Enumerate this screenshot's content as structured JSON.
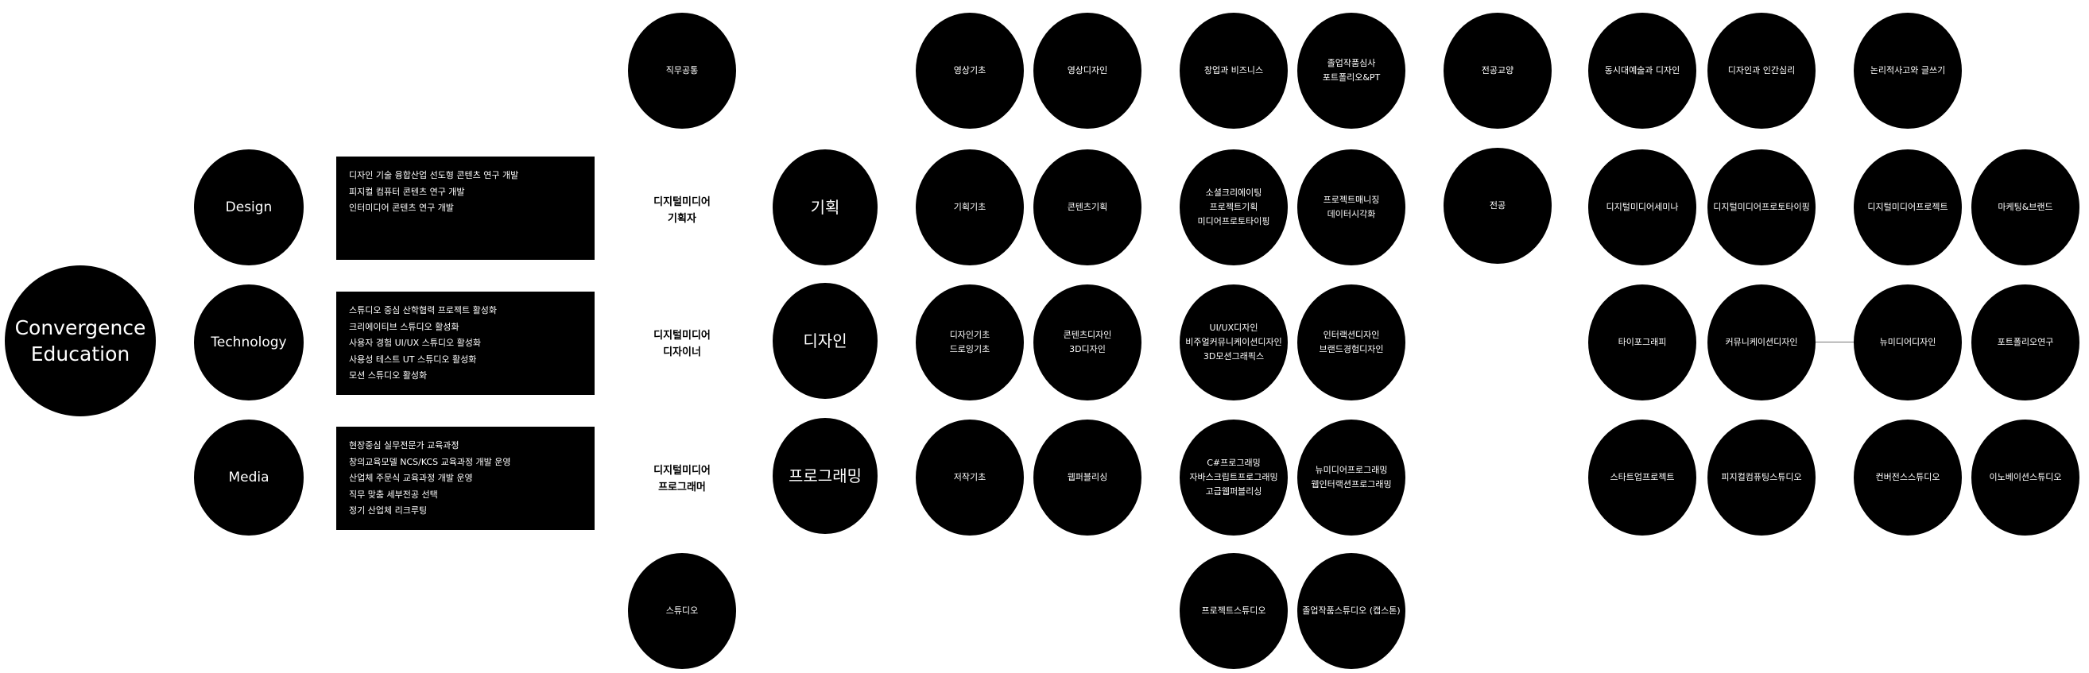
{
  "core": [
    "Convergence",
    "Education"
  ],
  "pillars": [
    {
      "name": "Design",
      "items": [
        "디자인 기술 융합산업 선도형 콘텐츠 연구 개발",
        "피지컬 컴퓨터 콘텐츠 연구 개발",
        "인터미디어 콘텐츠 연구 개발"
      ]
    },
    {
      "name": "Technology",
      "items": [
        "스튜디오 중심 산학협력 프로젝트 활성화",
        "크리에이티브 스튜디오 활성화",
        "사용자 경험 UI/UX 스튜디오 활성화",
        "사용성 테스트 UT 스튜디오 활성화",
        "모션 스튜디오 활성화"
      ]
    },
    {
      "name": "Media",
      "items": [
        "현장중심 실무전문가 교육과정",
        "창의교육모델 NCS/KCS 교육과정 개발 운영",
        "산업체 주문식 교육과정 개발 운영",
        "직무 맞춤 세부전공 선택",
        "정기 산업체 리크루팅"
      ]
    }
  ],
  "row_labels": [
    [
      "디지털미디어",
      "기획자"
    ],
    [
      "디지털미디어",
      "디자이너"
    ],
    [
      "디지털미디어",
      "프로그래머"
    ]
  ],
  "rows": {
    "common": {
      "label": "직무공통",
      "c1": [
        [
          "영상기초"
        ],
        [
          "영상디자인"
        ]
      ],
      "c2": [
        [
          "창업과 비즈니스"
        ],
        [
          "졸업작품심사",
          "포트폴리오&PT"
        ]
      ],
      "c3": [
        [
          "전공교양"
        ]
      ],
      "c4": [
        [
          "동시대예술과 디자인"
        ],
        [
          "디자인과 인간심리"
        ]
      ],
      "c5": [
        [
          "논리적사고와 글쓰기"
        ]
      ]
    },
    "planning": {
      "label": "기획",
      "c1": [
        [
          "기획기초"
        ],
        [
          "콘텐츠기획"
        ]
      ],
      "c2": [
        [
          "소셜크리에이팅",
          "프로젝트기획",
          "미디어프로토타이핑"
        ],
        [
          "프로젝트매니징",
          "데이터시각화"
        ]
      ],
      "c3": [
        [
          "전공"
        ]
      ],
      "c4": [
        [
          "디지털미디어세미나"
        ],
        [
          "디지털미디어프로토타이핑"
        ]
      ],
      "c5": [
        [
          "디지털미디어프로젝트"
        ],
        [
          "마케팅&브랜드"
        ]
      ]
    },
    "design": {
      "label": "디자인",
      "c1": [
        [
          "디자인기초",
          "드로잉기초"
        ],
        [
          "콘텐츠디자인",
          "3D디자인"
        ]
      ],
      "c2": [
        [
          "UI/UX디자인",
          "비주얼커뮤니케이션디자인",
          "3D모션그래픽스"
        ],
        [
          "인터랙션디자인",
          "브랜드경험디자인"
        ]
      ],
      "c4": [
        [
          "타이포그래피"
        ],
        [
          "커뮤니케이션디자인"
        ]
      ],
      "c5": [
        [
          "뉴미디어디자인"
        ],
        [
          "포트폴리오연구"
        ]
      ]
    },
    "programming": {
      "label": "프로그래밍",
      "c1": [
        [
          "저작기초"
        ],
        [
          "웹퍼블리싱"
        ]
      ],
      "c2": [
        [
          "C#프로그래밍",
          "자바스크립트프로그래밍",
          "고급웹퍼블리싱"
        ],
        [
          "뉴미디어프로그래밍",
          "웹인터랙션프로그래밍"
        ]
      ],
      "c4": [
        [
          "스타트업프로젝트"
        ],
        [
          "피지컬컴퓨팅스튜디오"
        ]
      ],
      "c5": [
        [
          "컨버전스스튜디오"
        ],
        [
          "이노베이션스튜디오"
        ]
      ]
    },
    "studio": {
      "label": "스튜디오",
      "c2": [
        [
          "프로젝트스튜디오"
        ],
        [
          "졸업작품스튜디오 (캡스톤)"
        ]
      ]
    }
  }
}
